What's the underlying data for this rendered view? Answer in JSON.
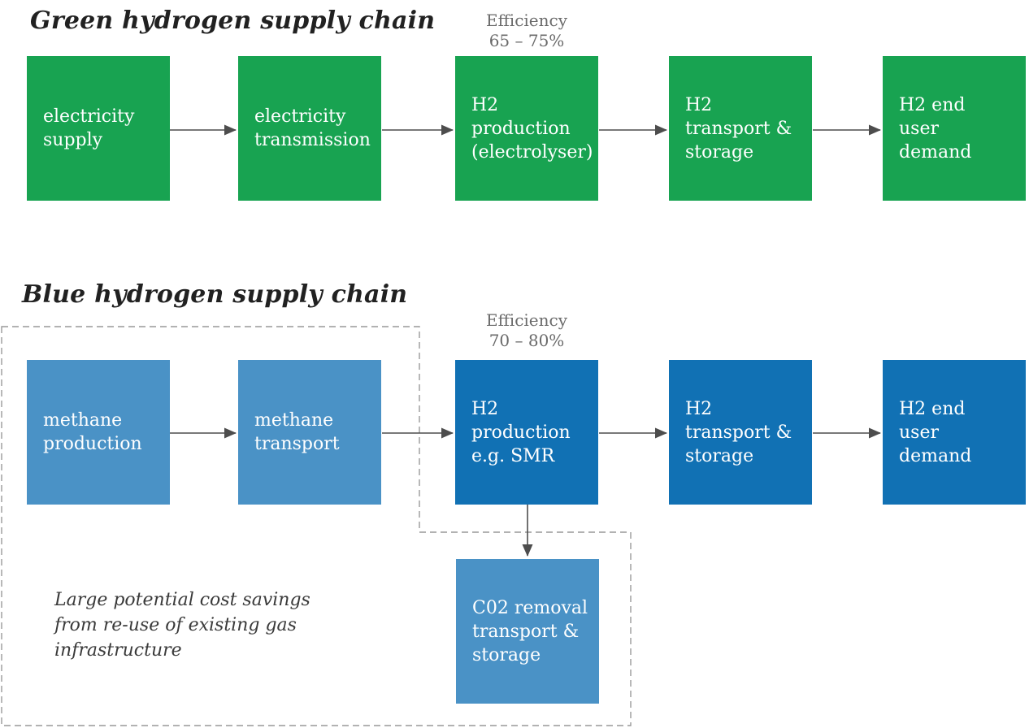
{
  "colors": {
    "green": "#18A351",
    "light_blue": "#4A92C6",
    "dark_blue": "#1171B4",
    "arrow": "#4D4D4D",
    "dashed_border": "#999999",
    "title_text": "#212121",
    "efficiency_text": "#6A6A6A",
    "note_text": "#3A3A3A",
    "box_text": "#FFFFFF"
  },
  "green_chain": {
    "title": "Green hydrogen supply chain",
    "efficiency": {
      "label": "Efficiency",
      "value": "65 – 75%"
    },
    "boxes": [
      {
        "label": "electricity\nsupply"
      },
      {
        "label": "electricity\ntransmission"
      },
      {
        "label": "H2\nproduction\n(electrolyser)"
      },
      {
        "label": "H2\ntransport &\nstorage"
      },
      {
        "label": "H2 end\nuser\ndemand"
      }
    ]
  },
  "blue_chain": {
    "title": "Blue hydrogen supply chain",
    "efficiency": {
      "label": "Efficiency",
      "value": "70 – 80%"
    },
    "boxes": [
      {
        "label": "methane\nproduction"
      },
      {
        "label": "methane\ntransport"
      },
      {
        "label": "H2\nproduction\ne.g. SMR"
      },
      {
        "label": "H2\ntransport &\nstorage"
      },
      {
        "label": "H2 end\nuser\ndemand"
      }
    ],
    "co2_box": {
      "label": "C02 removal\ntransport &\nstorage"
    },
    "note": "Large potential cost savings\nfrom re-use of existing gas\ninfrastructure"
  }
}
